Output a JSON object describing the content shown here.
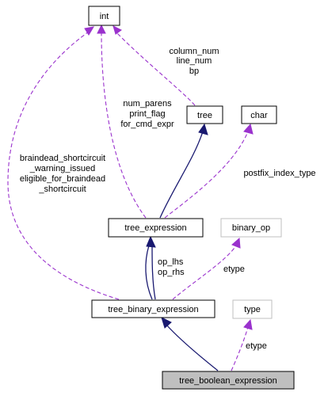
{
  "nodes": {
    "int": "int",
    "tree": "tree",
    "char": "char",
    "tree_expression": "tree_expression",
    "binary_op": "binary_op",
    "tree_binary_expression": "tree_binary_expression",
    "type": "type",
    "tree_boolean_expression": "tree_boolean_expression"
  },
  "labels": {
    "tree_to_int": [
      "column_num",
      "line_num",
      "bp"
    ],
    "expr_to_int": [
      "num_parens",
      "print_flag",
      "for_cmd_expr"
    ],
    "binexpr_to_int": [
      "braindead_shortcircuit",
      "_warning_issued",
      "eligible_for_braindead",
      "_shortcircuit"
    ],
    "expr_to_char": [
      "postfix_index_type"
    ],
    "binexpr_to_expr": [
      "op_lhs",
      "op_rhs"
    ],
    "binexpr_to_binop": [
      "etype"
    ],
    "bool_to_type": [
      "etype"
    ]
  },
  "colors": {
    "inheritance": "#191970",
    "usage": "#9a32cd",
    "focus_fill": "#bfbfbf"
  }
}
